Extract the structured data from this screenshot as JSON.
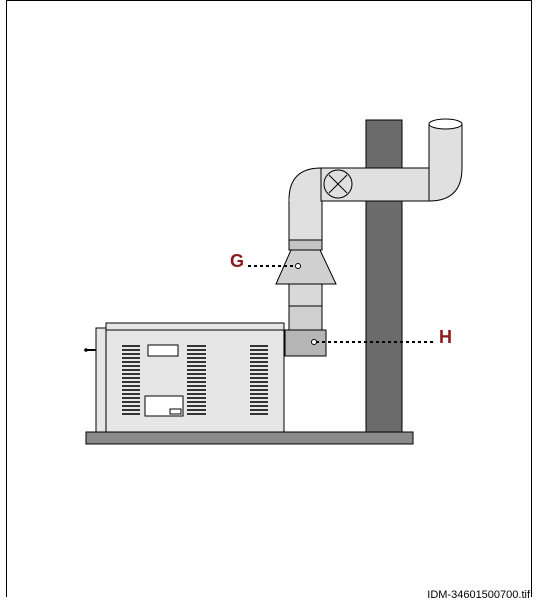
{
  "labels": {
    "g": "G",
    "h": "H"
  },
  "file_id": "IDM-34601500700.tif",
  "colors": {
    "callout": "#8b1a1a",
    "pipe": "#d4d4d4",
    "chimney": "#6b6b6b",
    "unit": "#e6e6e6",
    "base": "#8a8a8a"
  }
}
